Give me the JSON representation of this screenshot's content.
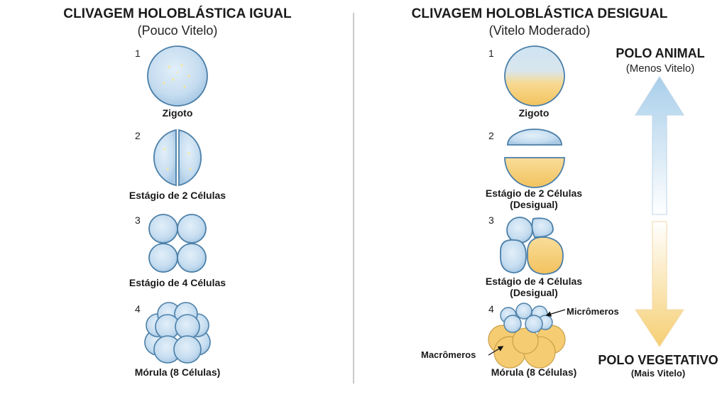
{
  "left": {
    "title": "CLIVAGEM HOLOBLÁSTICA IGUAL",
    "subtitle": "(Pouco Vitelo)",
    "stages": [
      {
        "number": "1",
        "label": "Zigoto"
      },
      {
        "number": "2",
        "label": "Estágio de 2 Células"
      },
      {
        "number": "3",
        "label": "Estágio de 4 Células"
      },
      {
        "number": "4",
        "label": "Mórula (8 Células)"
      }
    ]
  },
  "right": {
    "title": "CLIVAGEM HOLOBLÁSTICA DESIGUAL",
    "subtitle": "(Vitelo Moderado)",
    "stages": [
      {
        "number": "1",
        "label": "Zigoto",
        "label2": ""
      },
      {
        "number": "2",
        "label": "Estágio de 2 Células",
        "label2": "(Desigual)"
      },
      {
        "number": "3",
        "label": "Estágio de 4 Células",
        "label2": "(Desigual)"
      },
      {
        "number": "4",
        "label": "Mórula (8 Células)",
        "label2": ""
      }
    ],
    "annotations": {
      "micromeres": "Micrômeros",
      "macromeres": "Macrômeros"
    }
  },
  "poles": {
    "animal": {
      "title": "POLO ANIMAL",
      "subtitle": "(Menos Vitelo)"
    },
    "vegetal": {
      "title": "POLO VEGETATIVO",
      "subtitle": "(Mais Vitelo)"
    }
  },
  "colors": {
    "cell_fill": "#cfe3f3",
    "cell_stroke": "#4b7fa8",
    "yolk": "#f6cc72",
    "arrow_blue": "#b9d8ee",
    "arrow_yellow": "#f7d98b"
  }
}
